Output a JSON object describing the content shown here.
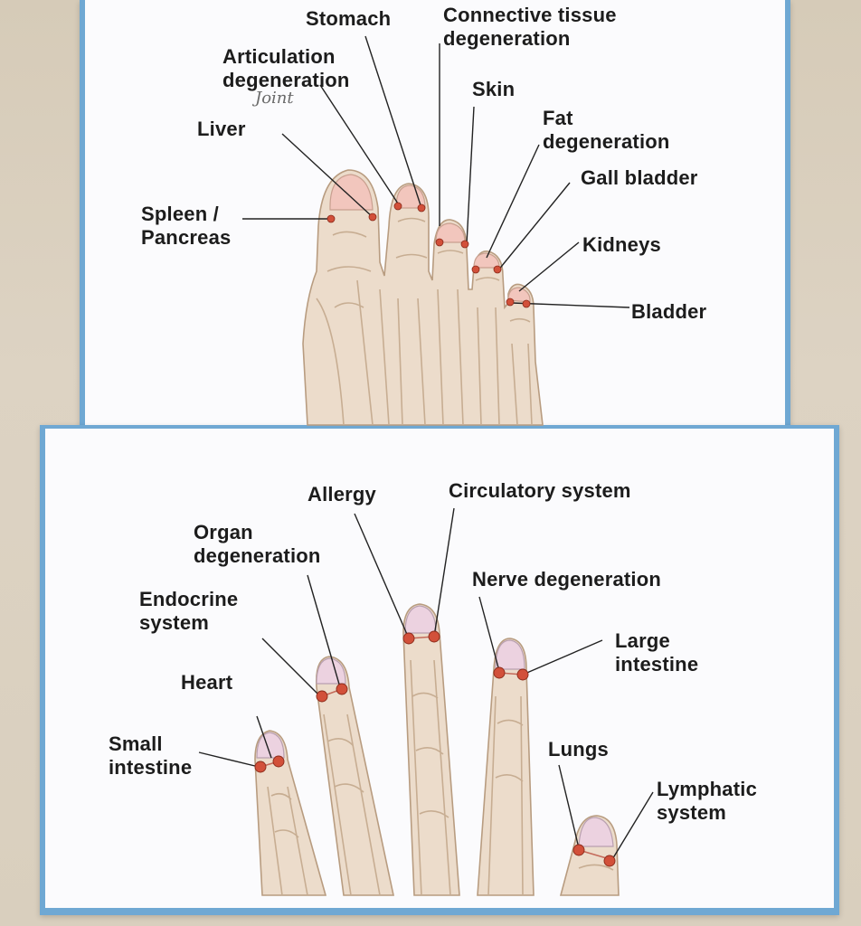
{
  "foot_labels": {
    "stomach": "Stomach",
    "connective_1": "Connective tissue",
    "connective_2": "degeneration",
    "articulation_1": "Articulation",
    "articulation_2": "degeneration",
    "joint_note": "Joint",
    "skin": "Skin",
    "liver": "Liver",
    "fat_1": "Fat",
    "fat_2": "degeneration",
    "gall_bladder": "Gall bladder",
    "spleen_1": "Spleen /",
    "spleen_2": "Pancreas",
    "kidneys": "Kidneys",
    "bladder": "Bladder"
  },
  "hand_labels": {
    "allergy": "Allergy",
    "circulatory": "Circulatory system",
    "organ_1": "Organ",
    "organ_2": "degeneration",
    "endocrine_1": "Endocrine",
    "endocrine_2": "system",
    "nerve": "Nerve degeneration",
    "large_1": "Large",
    "large_2": "intestine",
    "heart": "Heart",
    "small_1": "Small",
    "small_2": "intestine",
    "lungs": "Lungs",
    "lymph_1": "Lymphatic",
    "lymph_2": "system"
  },
  "colors": {
    "card_border": "#6fa8d3",
    "skin": "#ecdccb",
    "nail": "#f2c6bd",
    "point": "#d2503a",
    "leader": "#222222"
  }
}
